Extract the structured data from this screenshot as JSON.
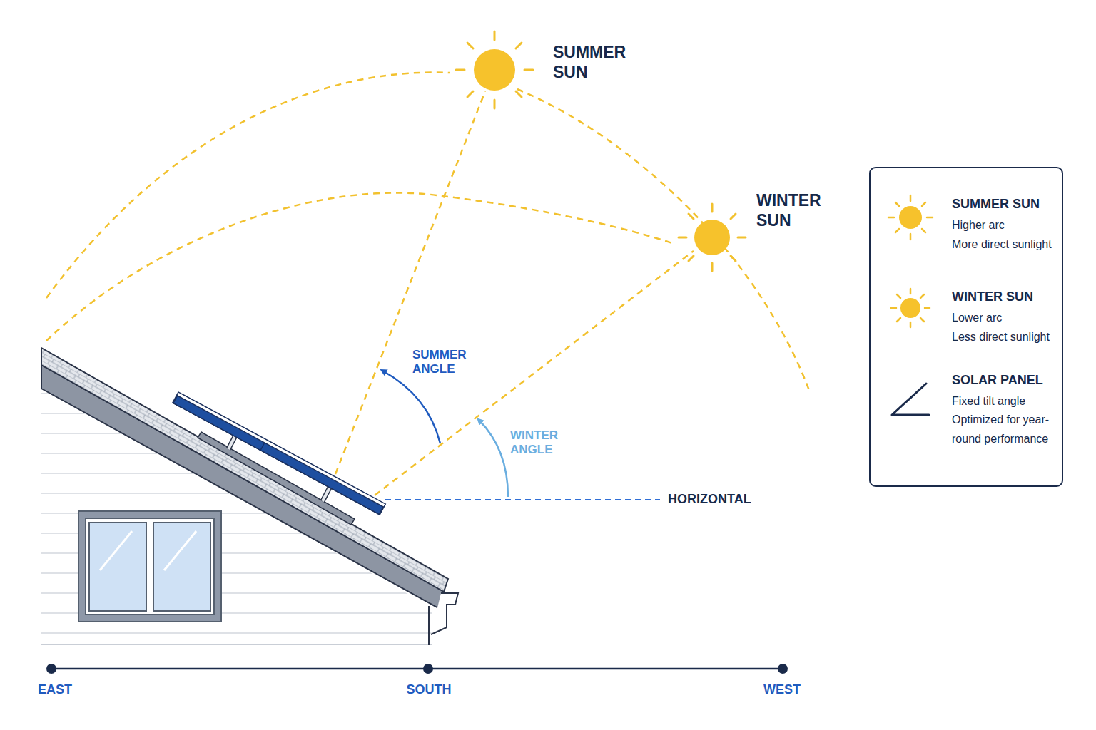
{
  "diagram": {
    "labels": [
      "SUMMER SUN",
      "WINTER SUN",
      "SUMMER ANGLE",
      "WINTER ANGLE",
      "HORIZONTAL",
      "EAST",
      "SOUTH",
      "WEST"
    ],
    "legend": [
      {
        "text": "SUMMER SUN"
      },
      {
        "text": "Higher arc"
      },
      {
        "text": "More direct sunlight"
      },
      {
        "text": "WINTER SUN"
      },
      {
        "text": "Lower arc"
      },
      {
        "text": "Less direct sunlight"
      },
      {
        "text": "SOLAR PANEL"
      },
      {
        "text": "Fixed tilt angle Optimized for year-round performance"
      }
    ]
  }
}
